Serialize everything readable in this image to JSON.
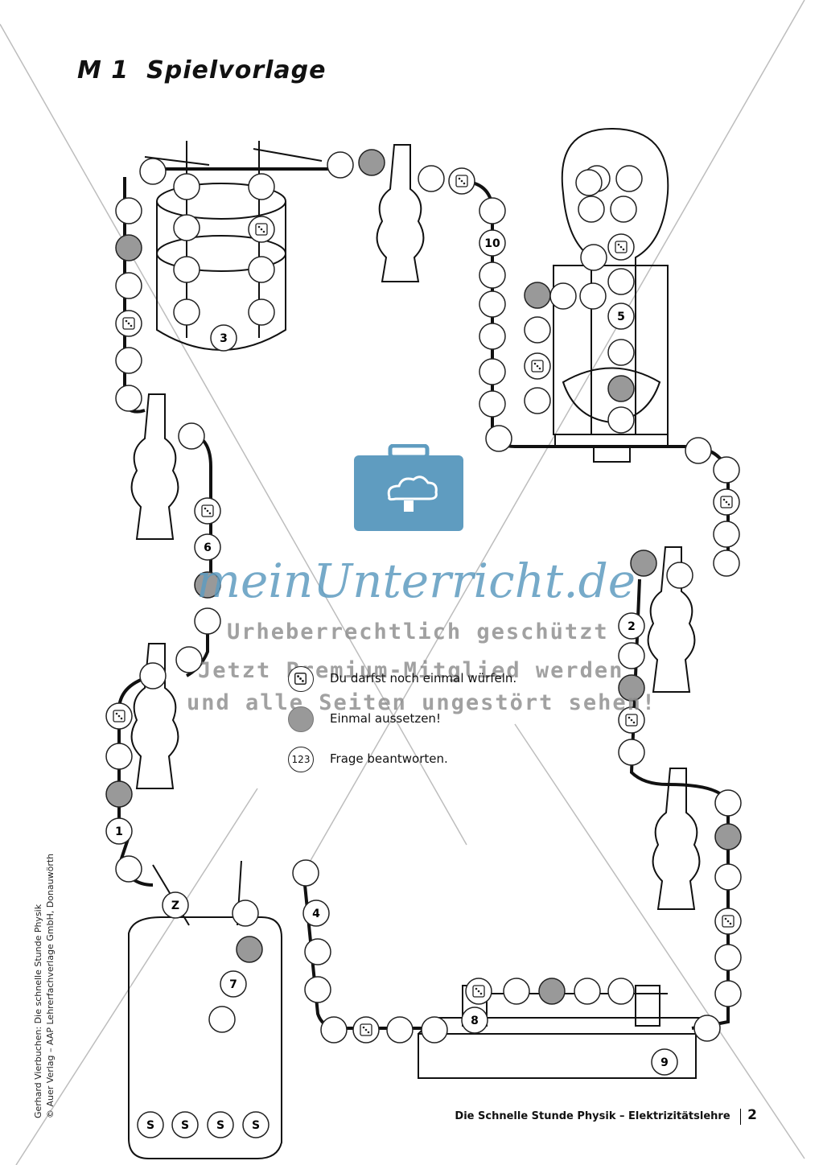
{
  "header": {
    "label": "M 1",
    "title": "Spielvorlage"
  },
  "board": {
    "numbered_fields": [
      "1",
      "2",
      "3",
      "4",
      "5",
      "6",
      "7",
      "8",
      "9",
      "10"
    ],
    "start_field": "Z",
    "s_fields": [
      "S",
      "S",
      "S",
      "S"
    ]
  },
  "legend": [
    {
      "symbol": "dice",
      "text": "Du darfst noch einmal würfeln."
    },
    {
      "symbol": "grey",
      "text": "Einmal aussetzen!"
    },
    {
      "symbol": "123",
      "text": "Frage beantworten."
    }
  ],
  "watermark": {
    "brand": "meinUnterricht.de",
    "line1": "Urheberrechtlich geschützt",
    "line2": "Jetzt Premium-Mitglied werden",
    "line3": "und alle Seiten ungestört sehen!"
  },
  "footer": {
    "series": "Die Schnelle Stunde Physik – Elektrizitätslehre",
    "page": "2"
  },
  "sidebar": {
    "line1": "Gerhard Vierbuchen: Die schnelle Stunde Physik",
    "line2": "© Auer Verlag – AAP Lehrerfachverlage GmbH, Donauwörth"
  },
  "colors": {
    "grey_field": "#999999",
    "watermark_blue": "#5f9cc0",
    "watermark_grey": "#8a8a8a"
  }
}
